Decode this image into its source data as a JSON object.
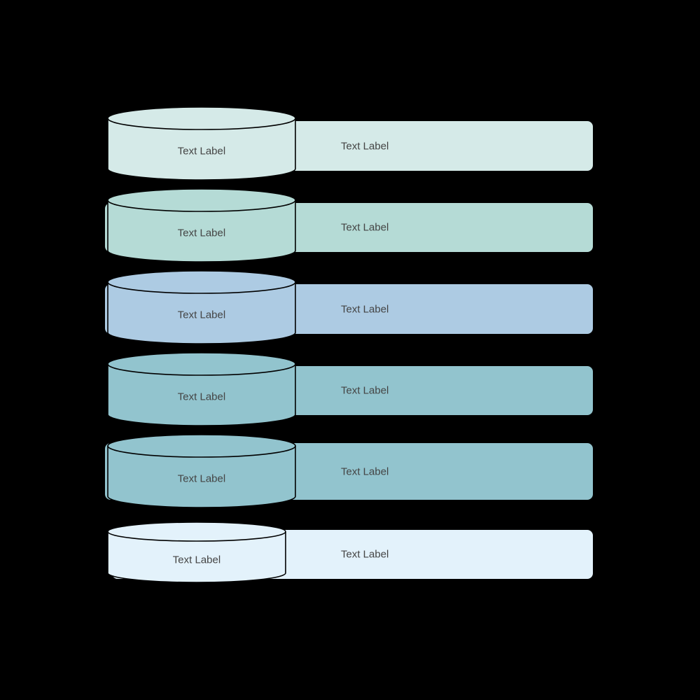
{
  "background_color": "#000000",
  "shape_outline_color": "#000000",
  "label_text_color": "#444444",
  "rows": [
    {
      "cylinder_label": "Text Label",
      "bar_label": "Text Label",
      "color": "#d5eae8"
    },
    {
      "cylinder_label": "Text Label",
      "bar_label": "Text Label",
      "color": "#b5dbd6"
    },
    {
      "cylinder_label": "Text Label",
      "bar_label": "Text Label",
      "color": "#adcbe3"
    },
    {
      "cylinder_label": "Text Label",
      "bar_label": "Text Label",
      "color": "#92c4ce"
    },
    {
      "cylinder_label": "Text Label",
      "bar_label": "Text Label",
      "color": "#92c4ce"
    },
    {
      "cylinder_label": "Text Label",
      "bar_label": "Text Label",
      "color": "#e3f2fb"
    }
  ]
}
